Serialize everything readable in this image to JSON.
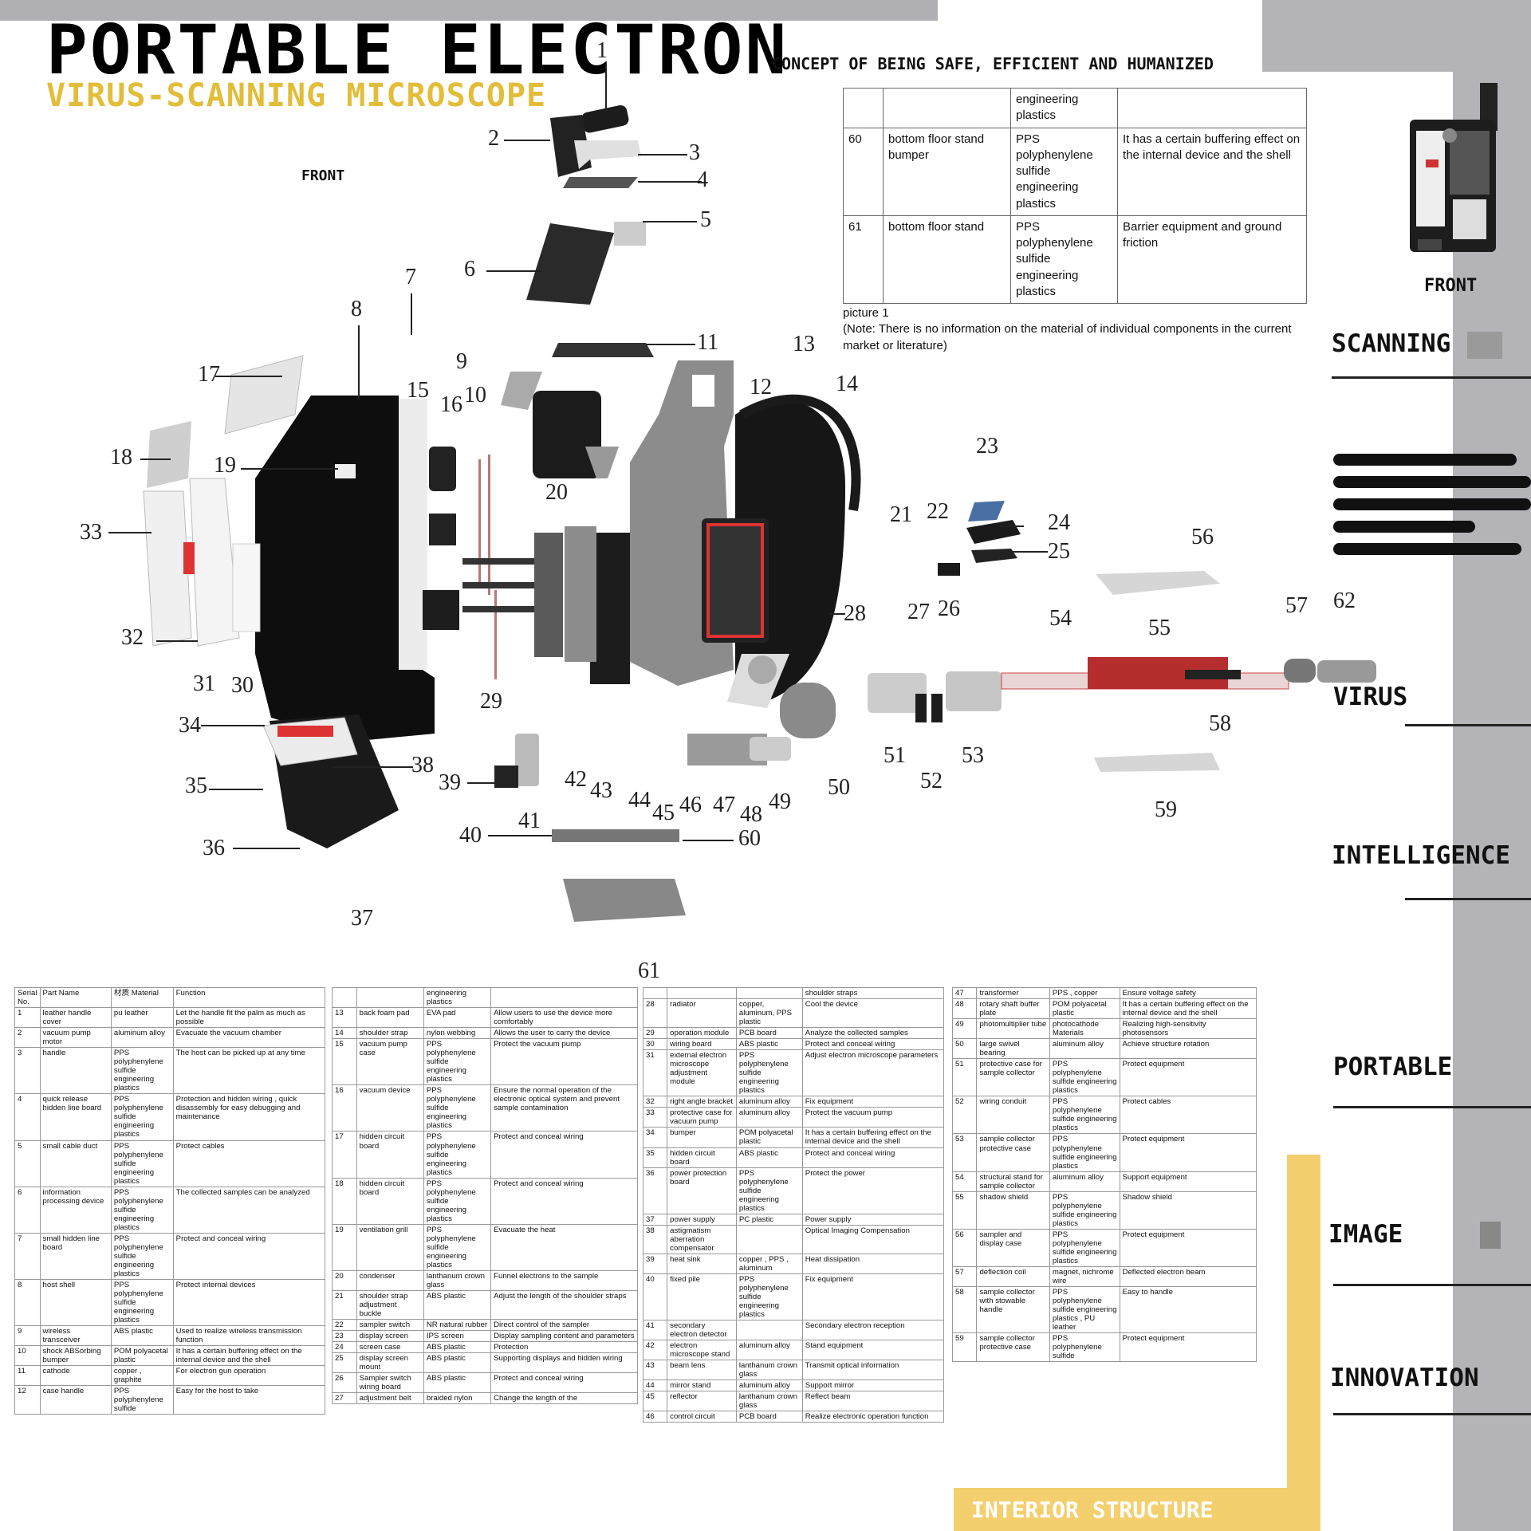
{
  "header": {
    "title": "PORTABLE ELECTRON",
    "subtitle": "VIRUS-SCANNING MICROSCOPE",
    "concept": "CONCEPT OF BEING SAFE, EFFICIENT AND HUMANIZED",
    "front_left": "FRONT",
    "front_right": "FRONT"
  },
  "side_keywords": [
    "SCANNING",
    "VIRUS",
    "INTELLIGENCE",
    "PORTABLE",
    "IMAGE",
    "INNOVATION"
  ],
  "footer": {
    "label": "INTERIOR STRUCTURE"
  },
  "colors": {
    "accent": "#f3cf6e",
    "gold_text": "#e2bd3a",
    "side_panel": "#b3b3b8",
    "top_bar": "#b0afb4"
  },
  "top_table": {
    "rows": [
      {
        "no": "",
        "name": "",
        "material": "engineering plastics",
        "function": ""
      },
      {
        "no": "60",
        "name": "bottom floor stand bumper",
        "material": "PPS polyphenylene sulfide engineering plastics",
        "function": "It has a certain buffering effect on the internal device and the shell"
      },
      {
        "no": "61",
        "name": "bottom floor stand",
        "material": "PPS polyphenylene sulfide engineering plastics",
        "function": "Barrier equipment and ground friction"
      }
    ],
    "caption": "picture 1",
    "note": "(Note: There is no information on the material of individual components in the current market or literature)"
  },
  "callouts": [
    "1",
    "2",
    "3",
    "4",
    "5",
    "6",
    "7",
    "8",
    "9",
    "10",
    "11",
    "12",
    "13",
    "14",
    "15",
    "16",
    "17",
    "18",
    "19",
    "20",
    "21",
    "22",
    "23",
    "24",
    "25",
    "26",
    "27",
    "28",
    "29",
    "30",
    "31",
    "32",
    "33",
    "34",
    "35",
    "36",
    "37",
    "38",
    "39",
    "40",
    "41",
    "42",
    "43",
    "44",
    "45",
    "46",
    "47",
    "48",
    "49",
    "50",
    "51",
    "52",
    "53",
    "54",
    "55",
    "56",
    "57",
    "58",
    "59",
    "60",
    "61",
    "62"
  ],
  "parts_tables": [
    {
      "header": [
        "Serial No.",
        "Part Name",
        "材质 Material",
        "Function"
      ],
      "rows": [
        [
          "1",
          "leather handle cover",
          "pu leather",
          "Let the handle fit the palm as much as possible"
        ],
        [
          "2",
          "vacuum pump motor",
          "aluminum alloy",
          "Evacuate the vacuum chamber"
        ],
        [
          "3",
          "handle",
          "PPS polyphenylene sulfide engineering plastics",
          "The host can be picked up at any time"
        ],
        [
          "4",
          "quick release hidden line board",
          "PPS polyphenylene sulfide engineering plastics",
          "Protection and hidden wiring , quick disassembly for easy debugging and maintenance"
        ],
        [
          "5",
          "small cable duct",
          "PPS polyphenylene sulfide engineering plastics",
          "Protect cables"
        ],
        [
          "6",
          "information processing device",
          "PPS polyphenylene sulfide engineering plastics",
          "The collected samples can be analyzed"
        ],
        [
          "7",
          "small hidden line board",
          "PPS polyphenylene sulfide engineering plastics",
          "Protect and conceal wiring"
        ],
        [
          "8",
          "host shell",
          "PPS polyphenylene sulfide engineering plastics",
          "Protect internal devices"
        ],
        [
          "9",
          "wireless transceiver",
          "ABS plastic",
          "Used to realize wireless transmission function"
        ],
        [
          "10",
          "shock ABSorbing bumper",
          "POM polyacetal plastic",
          "It has a certain buffering effect on the internal device and the shell"
        ],
        [
          "11",
          "cathode",
          "copper , graphite",
          "For electron gun operation"
        ],
        [
          "12",
          "case handle",
          "PPS polyphenylene sulfide",
          "Easy for the host to take"
        ]
      ]
    },
    {
      "header": [
        "",
        "",
        "engineering plastics",
        ""
      ],
      "rows": [
        [
          "13",
          "back foam pad",
          "EVA pad",
          "Allow users to use the device more comfortably"
        ],
        [
          "14",
          "shoulder strap",
          "nylon webbing",
          "Allows the user to carry the device"
        ],
        [
          "15",
          "vacuum pump case",
          "PPS polyphenylene sulfide engineering plastics",
          "Protect the vacuum pump"
        ],
        [
          "16",
          "vacuum device",
          "PPS polyphenylene sulfide engineering plastics",
          "Ensure the normal operation of the electronic optical system and prevent sample contamination"
        ],
        [
          "17",
          "hidden circuit board",
          "PPS polyphenylene sulfide engineering plastics",
          "Protect and conceal wiring"
        ],
        [
          "18",
          "hidden circuit board",
          "PPS polyphenylene sulfide engineering plastics",
          "Protect and conceal wiring"
        ],
        [
          "19",
          "ventilation grill",
          "PPS polyphenylene sulfide engineering plastics",
          "Evacuate the heat"
        ],
        [
          "20",
          "condenser",
          "lanthanum crown glass",
          "Funnel electrons to the sample"
        ],
        [
          "21",
          "shoulder strap adjustment buckle",
          "ABS plastic",
          "Adjust the length of the shoulder straps"
        ],
        [
          "22",
          "sampler switch",
          "NR natural rubber",
          "Direct control of the sampler"
        ],
        [
          "23",
          "display screen",
          "IPS screen",
          "Display sampling content and parameters"
        ],
        [
          "24",
          "screen case",
          "ABS plastic",
          "Protection"
        ],
        [
          "25",
          "display screen mount",
          "ABS plastic",
          "Supporting displays and hidden wiring"
        ],
        [
          "26",
          "Sampler switch wiring board",
          "ABS plastic",
          "Protect and conceal wiring"
        ],
        [
          "27",
          "adjustment belt",
          "braided nylon",
          "Change the length of the"
        ]
      ]
    },
    {
      "header": [
        "",
        "",
        "",
        "shoulder straps"
      ],
      "rows": [
        [
          "28",
          "radiator",
          "copper, aluminum, PPS plastic",
          "Cool the device"
        ],
        [
          "29",
          "operation module",
          "PCB board",
          "Analyze the collected samples"
        ],
        [
          "30",
          "wiring board",
          "ABS plastic",
          "Protect and conceal wiring"
        ],
        [
          "31",
          "external electron microscope adjustment module",
          "PPS polyphenylene sulfide engineering plastics",
          "Adjust electron microscope parameters"
        ],
        [
          "32",
          "right angle bracket",
          "aluminum alloy",
          "Fix equipment"
        ],
        [
          "33",
          "protective case for vacuum pump",
          "aluminum alloy",
          "Protect the vacuum pump"
        ],
        [
          "34",
          "bumper",
          "POM polyacetal plastic",
          "It has a certain buffering effect on the internal device and the shell"
        ],
        [
          "35",
          "hidden circuit board",
          "ABS plastic",
          "Protect and conceal wiring"
        ],
        [
          "36",
          "power protection board",
          "PPS polyphenylene sulfide engineering plastics",
          "Protect the power"
        ],
        [
          "37",
          "power supply",
          "PC plastic",
          "Power supply"
        ],
        [
          "38",
          "astigmatism aberration compensator",
          "",
          "Optical Imaging Compensation"
        ],
        [
          "39",
          "heat sink",
          "copper , PPS , aluminum",
          "Heat dissipation"
        ],
        [
          "40",
          "fixed pile",
          "PPS polyphenylene sulfide engineering plastics",
          "Fix equipment"
        ],
        [
          "41",
          "secondary electron detector",
          "",
          "Secondary electron reception"
        ],
        [
          "42",
          "electron microscope stand",
          "aluminum alloy",
          "Stand equipment"
        ],
        [
          "43",
          "beam lens",
          "lanthanum crown glass",
          "Transmit optical information"
        ],
        [
          "44",
          "mirror stand",
          "aluminum alloy",
          "Support mirror"
        ],
        [
          "45",
          "reflector",
          "lanthanum crown glass",
          "Reflect beam"
        ],
        [
          "46",
          "control circuit",
          "PCB board",
          "Realize electronic operation function"
        ]
      ]
    },
    {
      "header": [
        "47",
        "transformer",
        "PPS , copper",
        "Ensure voltage safety"
      ],
      "rows": [
        [
          "48",
          "rotary shaft buffer plate",
          "POM polyacetal plastic",
          "It has a certain buffering effect on the internal device and the shell"
        ],
        [
          "49",
          "photomultiplier tube",
          "photocathode Materials",
          "Realizing high-sensitivity photosensors"
        ],
        [
          "50",
          "large swivel bearing",
          "aluminum alloy",
          "Achieve structure rotation"
        ],
        [
          "51",
          "protective case for sample collector",
          "PPS polyphenylene sulfide engineering plastics",
          "Protect equipment"
        ],
        [
          "52",
          "wiring conduit",
          "PPS polyphenylene sulfide engineering plastics",
          "Protect cables"
        ],
        [
          "53",
          "sample collector protective case",
          "PPS polyphenylene sulfide engineering plastics",
          "Protect equipment"
        ],
        [
          "54",
          "structural stand for sample collector",
          "aluminum alloy",
          "Support equipment"
        ],
        [
          "55",
          "shadow shield",
          "PPS polyphenylene sulfide engineering plastics",
          "Shadow shield"
        ],
        [
          "56",
          "sampler and display case",
          "PPS polyphenylene sulfide engineering plastics",
          "Protect equipment"
        ],
        [
          "57",
          "deflection coil",
          "magnet, nichrome wire",
          "Deflected electron beam"
        ],
        [
          "58",
          "sample collector with stowable handle",
          "PPS polyphenylene sulfide engineering plastics , PU leather",
          "Easy to handle"
        ],
        [
          "59",
          "sample collector protective case",
          "PPS polyphenylene sulfide",
          "Protect equipment"
        ]
      ]
    }
  ]
}
